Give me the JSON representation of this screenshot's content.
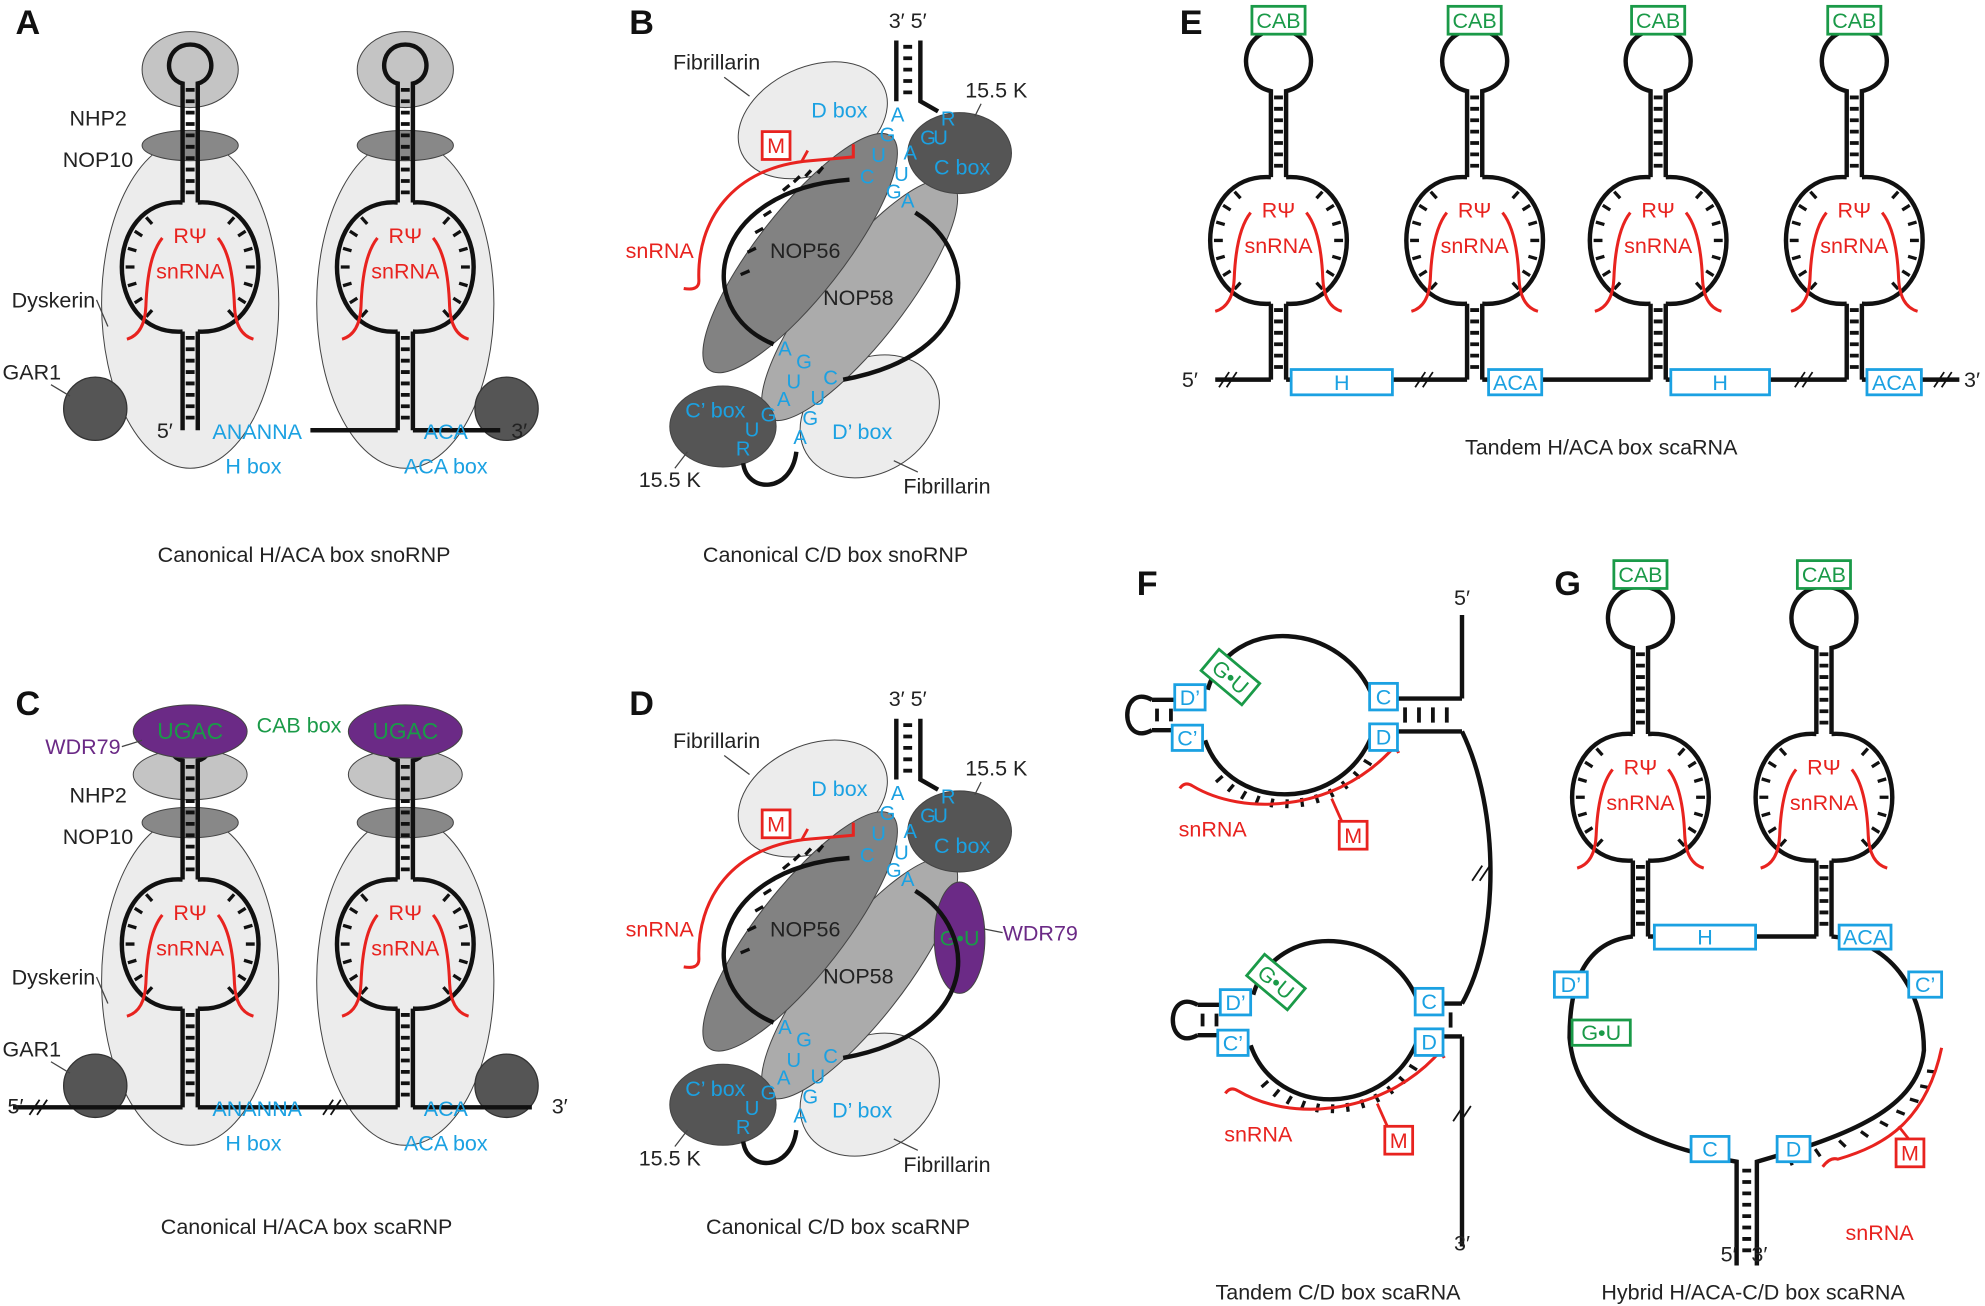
{
  "common": {
    "rpsi": "RΨ",
    "snrna": "snRNA",
    "five": "5′",
    "three": "3′",
    "m": "M",
    "cab": "CAB",
    "gu": "G•U",
    "slash": "//"
  },
  "A": {
    "letter": "A",
    "caption": "Canonical H/ACA box snoRNP",
    "nhp2": "NHP2",
    "nop10": "NOP10",
    "dyskerin": "Dyskerin",
    "gar1": "GAR1",
    "h_seq": "ANANNA",
    "h_box": "H box",
    "aca_seq": "ACA",
    "aca_box": "ACA box"
  },
  "B": {
    "letter": "B",
    "caption": "Canonical C/D box snoRNP",
    "fib": "Fibrillarin",
    "dbox": "D box",
    "cbox": "C box",
    "cpbox": "C’ box",
    "dpbox": "D’ box",
    "k155": "15.5 K",
    "nop56": "NOP56",
    "nop58": "NOP58",
    "ends": "3′ 5′",
    "nt_top_left": [
      "A",
      "G",
      "U",
      "C"
    ],
    "nt_top_right": [
      "A",
      "U",
      "G",
      "A"
    ],
    "nt_c": [
      "G",
      "U",
      "R"
    ],
    "nt_bot_left": [
      "A",
      "G",
      "U",
      "A",
      "G",
      "U",
      "R"
    ],
    "nt_bot_right": [
      "C",
      "U",
      "G",
      "A"
    ]
  },
  "C": {
    "letter": "C",
    "caption": "Canonical H/ACA box scaRNP",
    "wdr79": "WDR79",
    "ugac": "UGAC",
    "cab_box": "CAB box",
    "nhp2": "NHP2",
    "nop10": "NOP10",
    "dyskerin": "Dyskerin",
    "gar1": "GAR1",
    "h_seq": "ANANNA",
    "h_box": "H box",
    "aca_seq": "ACA",
    "aca_box": "ACA box"
  },
  "D": {
    "letter": "D",
    "caption": "Canonical C/D box scaRNP",
    "wdr79": "WDR79"
  },
  "E": {
    "letter": "E",
    "caption": "Tandem H/ACA box scaRNA",
    "h": "H",
    "aca": "ACA"
  },
  "F": {
    "letter": "F",
    "caption": "Tandem C/D box scaRNA",
    "c": "C",
    "d": "D",
    "cp": "C’",
    "dp": "D’"
  },
  "G": {
    "letter": "G",
    "caption": "Hybrid H/ACA-C/D box scaRNA",
    "h": "H",
    "aca": "ACA",
    "c": "C",
    "d": "D",
    "cp": "C’",
    "dp": "D’"
  },
  "colors": {
    "blue": "#1ba1e2",
    "red": "#e8231f",
    "green": "#1a9a48",
    "purple": "#6b2a86",
    "light_protein": "#ececec",
    "mid_protein": "#b5b5b5",
    "dark_protein": "#555555"
  }
}
